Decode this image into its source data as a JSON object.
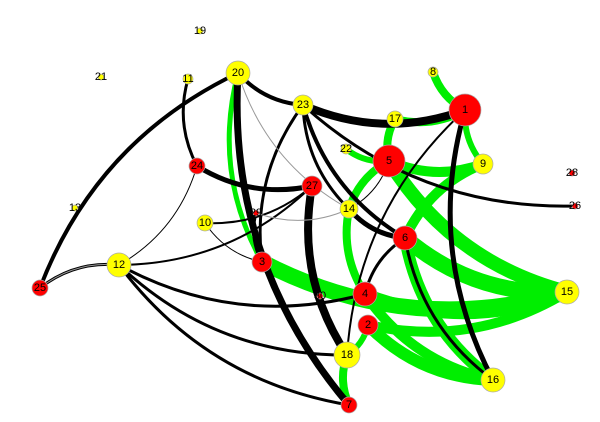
{
  "colors": {
    "red": "#ff0000",
    "yellow": "#ffff00",
    "green": "#00ee00",
    "black": "#000000",
    "gray": "#999999"
  },
  "nodes": [
    {
      "id": "1",
      "color": "red"
    },
    {
      "id": "2",
      "color": "red"
    },
    {
      "id": "3",
      "color": "red"
    },
    {
      "id": "4",
      "color": "red"
    },
    {
      "id": "5",
      "color": "red"
    },
    {
      "id": "6",
      "color": "red"
    },
    {
      "id": "7",
      "color": "red"
    },
    {
      "id": "8",
      "color": "yellow"
    },
    {
      "id": "9",
      "color": "yellow"
    },
    {
      "id": "10",
      "color": "yellow"
    },
    {
      "id": "11",
      "color": "yellow"
    },
    {
      "id": "12",
      "color": "yellow"
    },
    {
      "id": "13",
      "color": "yellow"
    },
    {
      "id": "14",
      "color": "yellow"
    },
    {
      "id": "15",
      "color": "yellow"
    },
    {
      "id": "16",
      "color": "yellow"
    },
    {
      "id": "17",
      "color": "yellow"
    },
    {
      "id": "18",
      "color": "yellow"
    },
    {
      "id": "19",
      "color": "yellow"
    },
    {
      "id": "20",
      "color": "yellow"
    },
    {
      "id": "21",
      "color": "yellow"
    },
    {
      "id": "22",
      "color": "yellow"
    },
    {
      "id": "23",
      "color": "yellow"
    },
    {
      "id": "24",
      "color": "red"
    },
    {
      "id": "25",
      "color": "red"
    },
    {
      "id": "26",
      "color": "red"
    },
    {
      "id": "27",
      "color": "red"
    },
    {
      "id": "28",
      "color": "red"
    },
    {
      "id": "29",
      "color": "red"
    },
    {
      "id": "30",
      "color": "red"
    }
  ],
  "edges": [
    {
      "s": "8",
      "t": "1",
      "w": 8,
      "c": "green"
    },
    {
      "s": "17",
      "t": "1",
      "w": 8,
      "c": "green"
    },
    {
      "s": "17",
      "t": "5",
      "w": 8,
      "c": "green"
    },
    {
      "s": "5",
      "t": "14",
      "w": 8,
      "c": "green"
    },
    {
      "s": "22",
      "t": "5",
      "w": 6,
      "c": "green"
    },
    {
      "s": "5",
      "t": "15",
      "w": 14,
      "c": "green"
    },
    {
      "s": "5",
      "t": "9",
      "w": 10,
      "c": "green"
    },
    {
      "s": "1",
      "t": "9",
      "w": 6,
      "c": "green"
    },
    {
      "s": "9",
      "t": "6",
      "w": 10,
      "c": "green"
    },
    {
      "s": "3",
      "t": "15",
      "w": 16,
      "c": "green"
    },
    {
      "s": "14",
      "t": "4",
      "w": 8,
      "c": "green"
    },
    {
      "s": "6",
      "t": "15",
      "w": 16,
      "c": "green"
    },
    {
      "s": "4",
      "t": "15",
      "w": 12,
      "c": "green"
    },
    {
      "s": "4",
      "t": "16",
      "w": 10,
      "c": "green"
    },
    {
      "s": "2",
      "t": "15",
      "w": 10,
      "c": "green"
    },
    {
      "s": "2",
      "t": "16",
      "w": 12,
      "c": "green"
    },
    {
      "s": "6",
      "t": "16",
      "w": 12,
      "c": "green"
    },
    {
      "s": "18",
      "t": "2",
      "w": 6,
      "c": "green"
    },
    {
      "s": "18",
      "t": "7",
      "w": 8,
      "c": "green"
    },
    {
      "s": "20",
      "t": "3",
      "w": 5,
      "c": "green"
    },
    {
      "s": "23",
      "t": "1",
      "w": 8,
      "c": "black"
    },
    {
      "s": "20",
      "t": "23",
      "w": 4,
      "c": "black"
    },
    {
      "s": "20",
      "t": "7",
      "w": 7,
      "c": "black"
    },
    {
      "s": "20",
      "t": "25",
      "w": 4,
      "c": "black"
    },
    {
      "s": "11",
      "t": "24",
      "w": 3,
      "c": "black"
    },
    {
      "s": "24",
      "t": "27",
      "w": 5,
      "c": "black"
    },
    {
      "s": "27",
      "t": "18",
      "w": 8,
      "c": "black"
    },
    {
      "s": "23",
      "t": "14",
      "w": 3,
      "c": "black"
    },
    {
      "s": "23",
      "t": "6",
      "w": 4,
      "c": "black"
    },
    {
      "s": "23",
      "t": "26",
      "w": 3,
      "c": "black"
    },
    {
      "s": "23",
      "t": "3",
      "w": 3,
      "c": "black"
    },
    {
      "s": "1",
      "t": "16",
      "w": 5,
      "c": "black"
    },
    {
      "s": "1",
      "t": "18",
      "w": 2,
      "c": "black"
    },
    {
      "s": "12",
      "t": "25",
      "w": 3,
      "c": "black"
    },
    {
      "s": "12",
      "t": "27",
      "w": 2,
      "c": "black"
    },
    {
      "s": "12",
      "t": "4",
      "w": 3,
      "c": "black"
    },
    {
      "s": "12",
      "t": "7",
      "w": 3,
      "c": "black"
    },
    {
      "s": "12",
      "t": "18",
      "w": 3,
      "c": "black"
    },
    {
      "s": "12",
      "t": "24",
      "w": 1,
      "c": "black"
    },
    {
      "s": "10",
      "t": "27",
      "w": 2,
      "c": "black"
    },
    {
      "s": "10",
      "t": "3",
      "w": 1,
      "c": "black"
    },
    {
      "s": "14",
      "t": "6",
      "w": 5,
      "c": "black"
    },
    {
      "s": "6",
      "t": "16",
      "w": 3,
      "c": "black"
    },
    {
      "s": "6",
      "t": "4",
      "w": 3,
      "c": "black"
    },
    {
      "s": "20",
      "t": "14",
      "w": 1,
      "c": "gray"
    },
    {
      "s": "29",
      "t": "3",
      "w": 3,
      "c": "black"
    },
    {
      "s": "29",
      "t": "14",
      "w": 1,
      "c": "gray"
    },
    {
      "s": "12",
      "t": "25",
      "w": 1,
      "c": "gray"
    },
    {
      "s": "14",
      "t": "5",
      "w": 1,
      "c": "black"
    }
  ]
}
